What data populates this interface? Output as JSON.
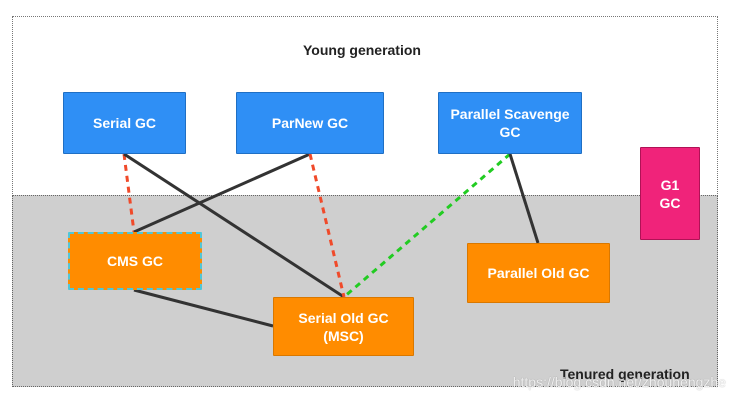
{
  "regions": {
    "young_label": "Young generation",
    "tenured_label": "Tenured generation"
  },
  "nodes": {
    "serial_gc": [
      "Serial GC"
    ],
    "parnew_gc": [
      "ParNew GC"
    ],
    "parallel_scavenge_gc": [
      "Parallel Scavenge",
      "GC"
    ],
    "g1_gc": [
      "G1",
      "GC"
    ],
    "cms_gc": [
      "CMS GC"
    ],
    "serial_old_gc": [
      "Serial Old GC",
      "(MSC)"
    ],
    "parallel_old_gc": [
      "Parallel Old GC"
    ]
  },
  "edges": [
    {
      "from": "serial_gc",
      "to": "cms_gc",
      "style": "red-dashed"
    },
    {
      "from": "serial_gc",
      "to": "serial_old_gc",
      "style": "solid"
    },
    {
      "from": "parnew_gc",
      "to": "cms_gc",
      "style": "solid"
    },
    {
      "from": "parnew_gc",
      "to": "serial_old_gc",
      "style": "red-dashed"
    },
    {
      "from": "parallel_scavenge_gc",
      "to": "serial_old_gc",
      "style": "green-dashed"
    },
    {
      "from": "parallel_scavenge_gc",
      "to": "parallel_old_gc",
      "style": "solid"
    },
    {
      "from": "cms_gc",
      "to": "serial_old_gc",
      "style": "solid"
    }
  ],
  "colors": {
    "young_collector": "#2f8ff5",
    "old_collector": "#ff8c00",
    "g1": "#f0237a",
    "red_dashed": "#f04a2a",
    "green_dashed": "#22cc22",
    "solid": "#333333"
  },
  "watermark": "https://blog.csdn.net/zhouhengzhe"
}
